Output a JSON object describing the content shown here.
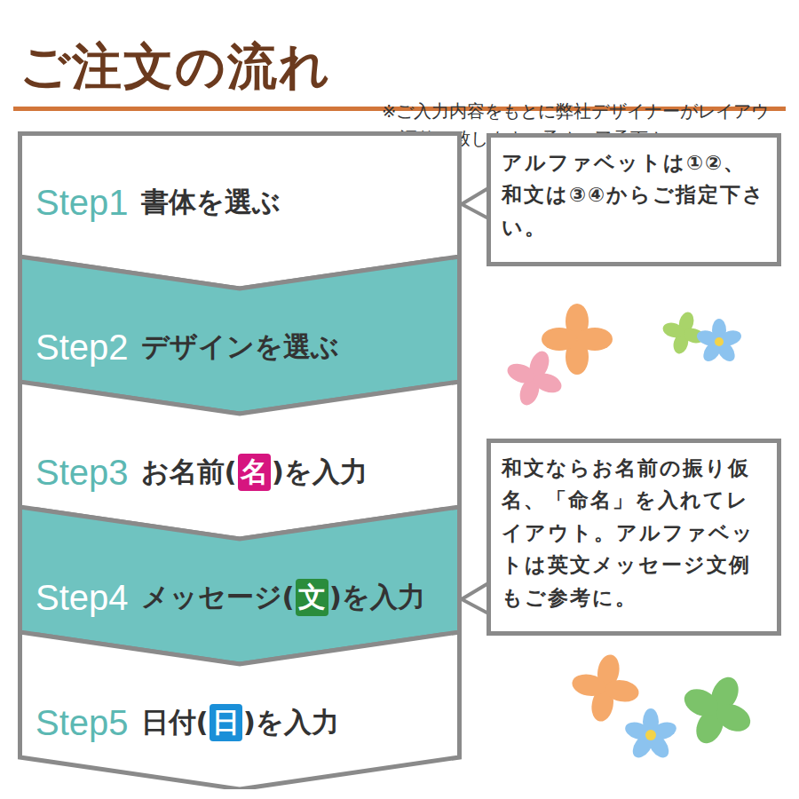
{
  "diagram": {
    "title": "ご注文の流れ",
    "nodes": [
      {
        "text": [
          "Step1",
          "書体を選ぶ"
        ]
      },
      {
        "text": [
          "Step2",
          "デザインを選ぶ"
        ]
      },
      {
        "text": [
          "Step3",
          "お名前(",
          "名",
          ")を入力"
        ]
      },
      {
        "text": [
          "Step4",
          "メッセージ(",
          "文",
          ")を入力"
        ]
      },
      {
        "text": [
          "Step5",
          "日付(",
          "日",
          ")を入力"
        ]
      },
      {
        "text": [
          "アルファベットは①②、和文は③④からご指定下さい。"
        ]
      },
      {
        "text": [
          "和文ならお名前の振り仮名、「命名」を入れてレイアウト。アルファベットは英文メッセージ文例もご参考に。"
        ]
      }
    ],
    "edges": [
      {
        "from": 5,
        "to": 0,
        "arrow": "none"
      },
      {
        "from": 6,
        "to": 3,
        "arrow": "none"
      }
    ],
    "labels": [
      "※ご入力内容をもとに弊社デザイナーがレイアウト調整を致します。予めご了承下さい。"
    ]
  }
}
